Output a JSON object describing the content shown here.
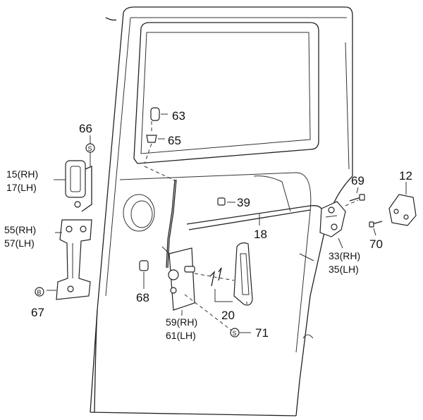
{
  "labels": {
    "l63": "63",
    "l65": "65",
    "l66": "66",
    "l15": "15(RH)",
    "l17": "17(LH)",
    "l55": "55(RH)",
    "l57": "57(LH)",
    "l67": "67",
    "l68": "68",
    "l59": "59(RH)",
    "l61": "61(LH)",
    "l20": "20",
    "l71": "71",
    "l39": "39",
    "l18": "18",
    "l69": "69",
    "l12": "12",
    "l70": "70",
    "l33": "33(RH)",
    "l35": "35(LH)"
  },
  "symbols": {
    "s_screw": "S",
    "b_bolt": "B"
  }
}
